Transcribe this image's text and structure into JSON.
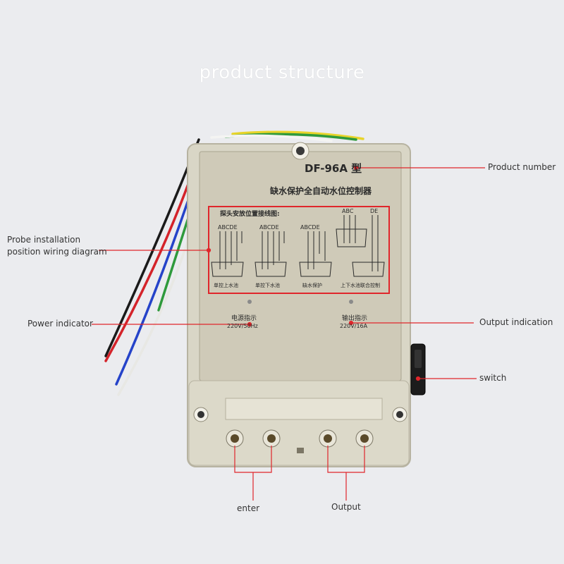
{
  "title": "product structure",
  "device": {
    "model": "DF-96A 型",
    "name": "缺水保护全自动水位控制器",
    "diagram_title": "探头安放位置接线图:",
    "probe_letters": [
      "ABCDE",
      "ABCDE",
      "ABCDE",
      "ABC",
      "DE"
    ],
    "captions": [
      "单控上水池",
      "单控下水池",
      "缺水保护",
      "上下水池联合控制"
    ],
    "power_label": "电源指示",
    "power_spec": "220V/50Hz",
    "output_label": "输出指示",
    "output_spec": "220V/16A"
  },
  "callouts": {
    "product_number": "Product number",
    "probe_line1": "Probe installation",
    "probe_line2": "position wiring diagram",
    "power_indicator": "Power indicator",
    "output_indication": "Output indication",
    "switch": "switch",
    "enter": "enter",
    "output": "Output"
  },
  "colors": {
    "background": "#ebecef",
    "device_body": "#d9d6c6",
    "leader_line": "#e0262b"
  }
}
